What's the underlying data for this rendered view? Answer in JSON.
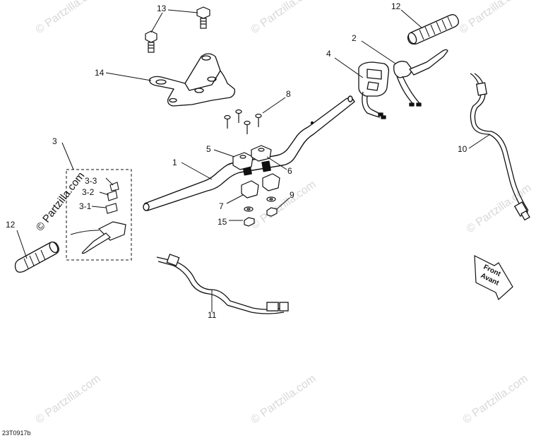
{
  "callouts": {
    "c1": "1",
    "c2": "2",
    "c3": "3",
    "c3_1": "3-1",
    "c3_2": "3-2",
    "c3_3": "3-3",
    "c4": "4",
    "c5": "5",
    "c6": "6",
    "c7": "7",
    "c8": "8",
    "c9": "9",
    "c10": "10",
    "c11": "11",
    "c12_top": "12",
    "c12_left": "12",
    "c13": "13",
    "c14": "14",
    "c15": "15"
  },
  "watermark": {
    "brand": "© Partzilla.com"
  },
  "front_arrow": {
    "line1": "Front",
    "line2": "Avant"
  },
  "reference_code": "23T0917b"
}
